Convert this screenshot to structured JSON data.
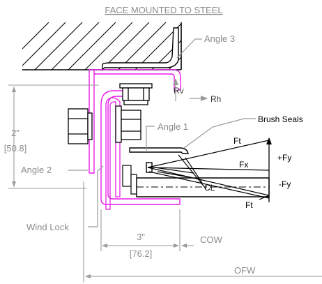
{
  "title": "FACE MOUNTED TO STEEL",
  "colors": {
    "angle_stroke": "#e81ce8",
    "line": "#000000",
    "dim_line": "#9a9a9a",
    "text_gray": "#8c8c8c"
  },
  "labels": {
    "angle_3": "Angle 3",
    "angle_1": "Angle 1",
    "angle_2": "Angle 2",
    "brush_seals": "Brush Seals",
    "wind_lock": "Wind Lock"
  },
  "forces": {
    "rv": "Rv",
    "rh": "Rh",
    "ft_top": "Ft",
    "fx": "Fx",
    "plus_fy": "+Fy",
    "minus_fy": "-Fy",
    "ft_bottom": "Ft",
    "centerline": "CL"
  },
  "dimensions": {
    "height_in": "2\"",
    "height_mm": "[50.8]",
    "width_in": "3\"",
    "width_mm": "[76.2]",
    "cow": "COW",
    "ofw": "OFW"
  }
}
